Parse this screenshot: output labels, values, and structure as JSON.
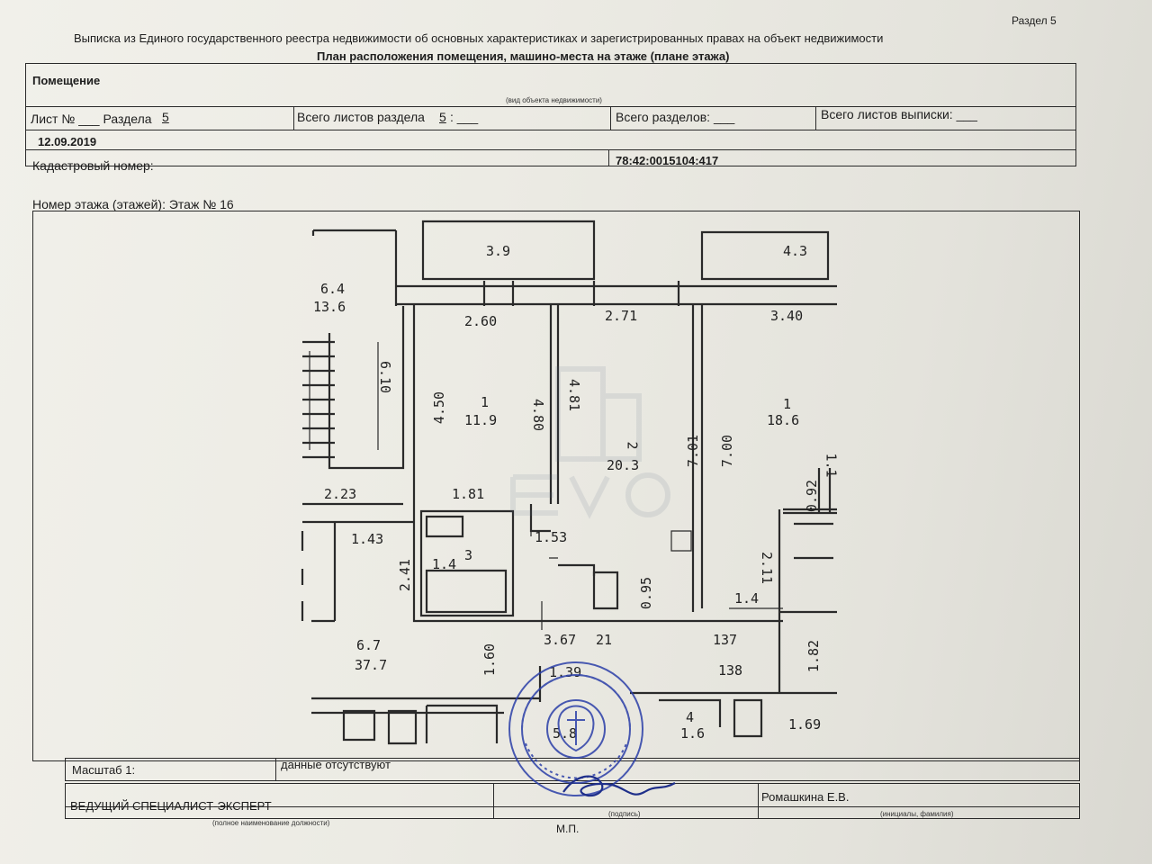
{
  "header": {
    "section_corner": "Раздел 5",
    "title_line1": "Выписка из Единого государственного реестра недвижимости об основных характеристиках и зарегистрированных правах на объект недвижимости",
    "title_line2": "План расположения помещения, машино-места на этаже (плане этажа)"
  },
  "object": {
    "type_value": "Помещение",
    "type_caption": "(вид объекта недвижимости)"
  },
  "sheet": {
    "sheet_no_label": "Лист № ___ Раздела",
    "section_no": "5",
    "total_section_sheets_label": "Всего листов раздела",
    "total_section_sheets_value": "5",
    "total_section_sheets_blank": ": ___",
    "total_sections_label": "Всего разделов: ___",
    "total_sheets_label": "Всего листов выписки: ___"
  },
  "date": "12.09.2019",
  "cadastral": {
    "label": "Кадастровый номер:",
    "value": "78:42:0015104:417"
  },
  "floor_label": "Номер этажа (этажей): Этаж № 16",
  "plan": {
    "labels": [
      "3.9",
      "4.3",
      "6.4",
      "13.6",
      "2.60",
      "2.71",
      "3.40",
      "6.10",
      "4.50",
      "4.80",
      "4.81",
      "1",
      "11.9",
      "2",
      "20.3",
      "7.01",
      "7.00",
      "1",
      "18.6",
      "2.23",
      "1.81",
      "1.53",
      "1.43",
      "2.41",
      "3",
      "1.4",
      "0.95",
      "0.92",
      "2.11",
      "1.4",
      "1.1",
      "6.7",
      "37.7",
      "3.67",
      "21",
      "137",
      "1.60",
      "1.39",
      "138",
      "1.82",
      "4",
      "1.6",
      "1.69",
      "5.8"
    ]
  },
  "scale": {
    "label": "Масштаб 1:",
    "value": "данные отсутствуют"
  },
  "signature": {
    "position": "ВЕДУЩИЙ СПЕЦИАЛИСТ-ЭКСПЕРТ",
    "position_caption": "(полное наименование должности)",
    "signature_caption": "(подпись)",
    "name": "Ромашкина Е.В.",
    "name_caption": "(инициалы, фамилия)",
    "stamp_place": "М.П."
  },
  "colors": {
    "ink": "#2a2a2a",
    "stamp": "#2b3fa8",
    "watermark": "#5a6a86"
  }
}
